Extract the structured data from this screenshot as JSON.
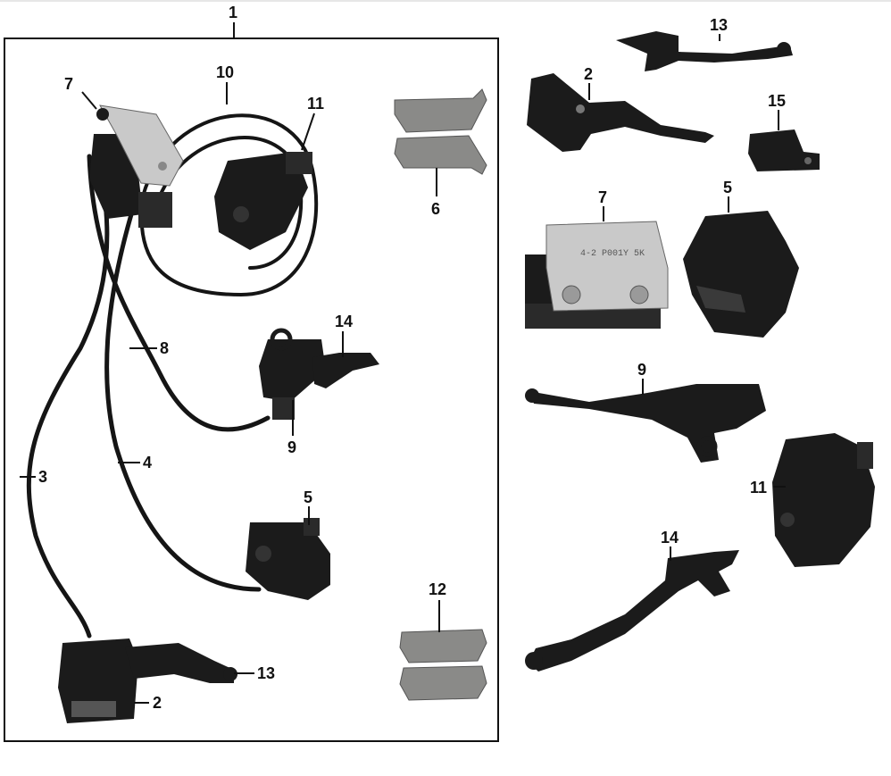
{
  "callouts": [
    {
      "id": "c1",
      "text": "1"
    },
    {
      "id": "c7a",
      "text": "7"
    },
    {
      "id": "c10",
      "text": "10"
    },
    {
      "id": "c11a",
      "text": "11"
    },
    {
      "id": "c6",
      "text": "6"
    },
    {
      "id": "c8",
      "text": "8"
    },
    {
      "id": "c14a",
      "text": "14"
    },
    {
      "id": "c9a",
      "text": "9"
    },
    {
      "id": "c3",
      "text": "3"
    },
    {
      "id": "c4",
      "text": "4"
    },
    {
      "id": "c5a",
      "text": "5"
    },
    {
      "id": "c12",
      "text": "12"
    },
    {
      "id": "c13a",
      "text": "13"
    },
    {
      "id": "c2a",
      "text": "2"
    },
    {
      "id": "c13b",
      "text": "13"
    },
    {
      "id": "c2b",
      "text": "2"
    },
    {
      "id": "c15",
      "text": "15"
    },
    {
      "id": "c7b",
      "text": "7"
    },
    {
      "id": "c5b",
      "text": "5"
    },
    {
      "id": "c9b",
      "text": "9"
    },
    {
      "id": "c11b",
      "text": "11"
    },
    {
      "id": "c14b",
      "text": "14"
    }
  ],
  "abs_block_marking": "4-2 P001Y 5K"
}
